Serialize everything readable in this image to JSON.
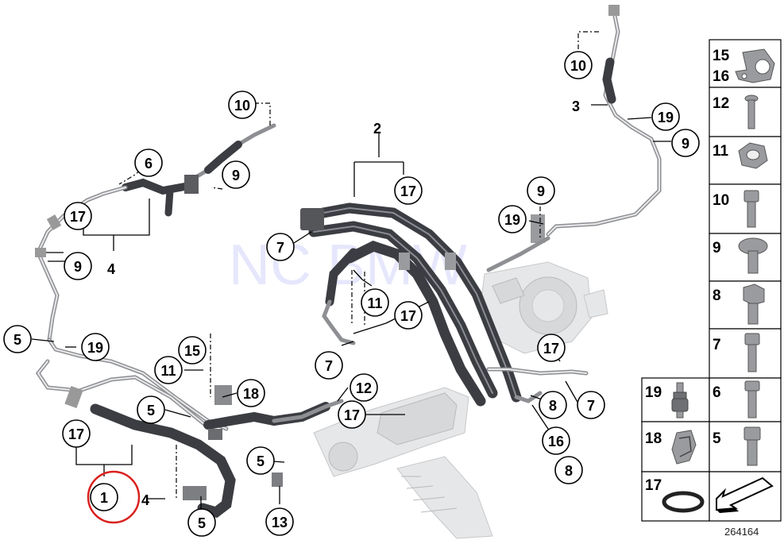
{
  "diagram": {
    "reference_number": "264164",
    "watermark": "NC BMW",
    "highlighted_part": "1",
    "callouts": [
      {
        "id": "c10a",
        "label": "10"
      },
      {
        "id": "c6",
        "label": "6"
      },
      {
        "id": "c9a",
        "label": "9"
      },
      {
        "id": "c17a",
        "label": "17"
      },
      {
        "id": "c9b",
        "label": "9"
      },
      {
        "id": "c5a",
        "label": "5"
      },
      {
        "id": "c19a",
        "label": "19"
      },
      {
        "id": "c15",
        "label": "15"
      },
      {
        "id": "c11a",
        "label": "11"
      },
      {
        "id": "c18",
        "label": "18"
      },
      {
        "id": "c5b",
        "label": "5"
      },
      {
        "id": "c17b",
        "label": "17"
      },
      {
        "id": "c1",
        "label": "1"
      },
      {
        "id": "c5c",
        "label": "5"
      },
      {
        "id": "c5d",
        "label": "5"
      },
      {
        "id": "c13",
        "label": "13"
      },
      {
        "id": "c12",
        "label": "12"
      },
      {
        "id": "c17c",
        "label": "17"
      },
      {
        "id": "c17d",
        "label": "17"
      },
      {
        "id": "c7a",
        "label": "7"
      },
      {
        "id": "c11b",
        "label": "11"
      },
      {
        "id": "c17e",
        "label": "17"
      },
      {
        "id": "c7b",
        "label": "7"
      },
      {
        "id": "c9c",
        "label": "9"
      },
      {
        "id": "c19b",
        "label": "19"
      },
      {
        "id": "c17f",
        "label": "17"
      },
      {
        "id": "c7c",
        "label": "7"
      },
      {
        "id": "c8a",
        "label": "8"
      },
      {
        "id": "c16",
        "label": "16"
      },
      {
        "id": "c8b",
        "label": "8"
      },
      {
        "id": "c10b",
        "label": "10"
      },
      {
        "id": "c19c",
        "label": "19"
      },
      {
        "id": "c9d",
        "label": "9"
      }
    ],
    "plain_labels": [
      {
        "id": "p2",
        "label": "2"
      },
      {
        "id": "p3",
        "label": "3"
      },
      {
        "id": "p4a",
        "label": "4"
      },
      {
        "id": "p4b",
        "label": "4"
      }
    ],
    "parts_table": [
      {
        "label": "15",
        "label2": "16",
        "icon": "clip-bracket-icon"
      },
      {
        "label": "12",
        "icon": "bolt-icon"
      },
      {
        "label": "11",
        "icon": "hex-nut-icon"
      },
      {
        "label": "10",
        "icon": "socket-screw-icon"
      },
      {
        "label": "9",
        "icon": "torx-screw-icon"
      },
      {
        "label": "8",
        "icon": "hex-bolt-icon"
      },
      {
        "label": "7",
        "icon": "socket-screw-icon"
      },
      {
        "label": "19",
        "icon": "rubber-mount-icon"
      },
      {
        "label": "6",
        "icon": "socket-screw-icon"
      },
      {
        "label": "18",
        "icon": "spring-clip-icon"
      },
      {
        "label": "5",
        "icon": "socket-screw-icon"
      },
      {
        "label": "17",
        "icon": "o-ring-icon"
      },
      {
        "label": "",
        "icon": "arrow-icon"
      }
    ]
  }
}
